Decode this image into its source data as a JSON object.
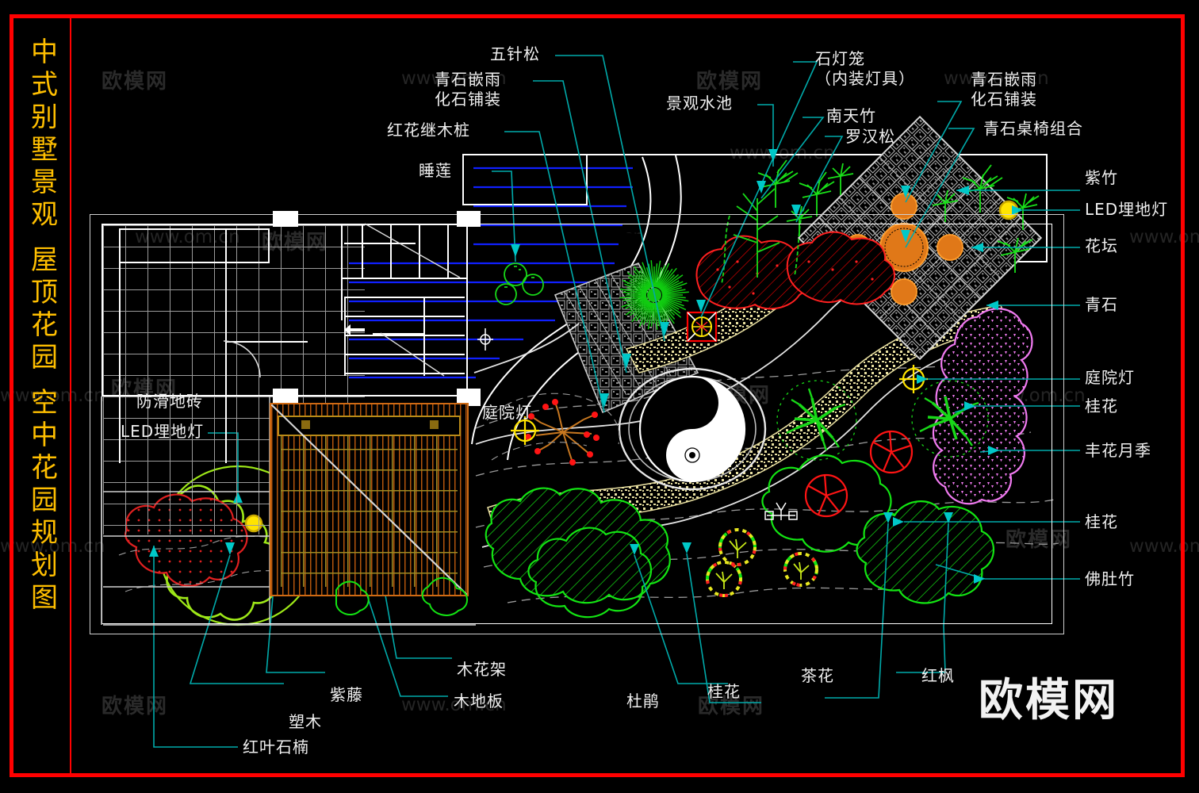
{
  "drawing": {
    "title_chars": [
      "中",
      "式",
      "别",
      "墅",
      "景",
      "观",
      "屋",
      "顶",
      "花",
      "园",
      "空",
      "中",
      "花",
      "园",
      "规",
      "划",
      "图"
    ],
    "title_full": "中式别墅景观 屋顶花园 空中花园规划图",
    "title_color": "#ffbf00",
    "frame_color": "#ff0000",
    "background_color": "#000000",
    "leader_color": "#00aaaa",
    "label_color": "#f0f0f0"
  },
  "watermarks": {
    "brand": "欧模网",
    "url": "www.om.cn",
    "big_brand": "欧模网"
  },
  "labels": {
    "top": [
      {
        "id": "wuzhensong",
        "text": "五针松"
      },
      {
        "id": "qingshi-qianyu",
        "line1": "青石嵌雨",
        "line2": "化石铺装"
      },
      {
        "id": "honghua-jimu",
        "text": "红花继木桩"
      },
      {
        "id": "shuilian",
        "text": "睡莲"
      },
      {
        "id": "jingguan-shuichi",
        "text": "景观水池"
      },
      {
        "id": "shidenglong",
        "line1": "石灯笼",
        "line2": "（内装灯具）"
      },
      {
        "id": "nantianzhu",
        "text": "南天竹"
      },
      {
        "id": "luohansong",
        "text": "罗汉松"
      },
      {
        "id": "qingshi-qianyu-2",
        "line1": "青石嵌雨",
        "line2": "化石铺装"
      },
      {
        "id": "qingshi-zhuoyi",
        "text": "青石桌椅组合"
      }
    ],
    "right": [
      {
        "id": "zizhu",
        "text": "紫竹"
      },
      {
        "id": "led-maidideng",
        "text": "LED埋地灯"
      },
      {
        "id": "huatan",
        "text": "花坛"
      },
      {
        "id": "qingshi",
        "text": "青石"
      },
      {
        "id": "tingyuandeng",
        "text": "庭院灯"
      },
      {
        "id": "guihua-1",
        "text": "桂花"
      },
      {
        "id": "fenghua-yueji",
        "text": "丰花月季"
      },
      {
        "id": "guihua-2",
        "text": "桂花"
      },
      {
        "id": "foduzhu",
        "text": "佛肚竹"
      }
    ],
    "bottom": [
      {
        "id": "hongye-shinan",
        "text": "红叶石楠"
      },
      {
        "id": "sumu",
        "text": "塑木"
      },
      {
        "id": "ziteng",
        "text": "紫藤"
      },
      {
        "id": "mudiban",
        "text": "木地板"
      },
      {
        "id": "muhuajia",
        "text": "木花架"
      },
      {
        "id": "dujuan",
        "text": "杜鹃"
      },
      {
        "id": "guihua-3",
        "text": "桂花"
      },
      {
        "id": "chahua",
        "text": "茶花"
      },
      {
        "id": "hongfeng",
        "text": "红枫"
      }
    ],
    "inline": [
      {
        "id": "fanghua-dizhuan",
        "text": "防滑地砖"
      },
      {
        "id": "led-maidideng-2",
        "text": "LED埋地灯"
      },
      {
        "id": "tingyuandeng-2",
        "text": "庭院灯"
      }
    ]
  }
}
